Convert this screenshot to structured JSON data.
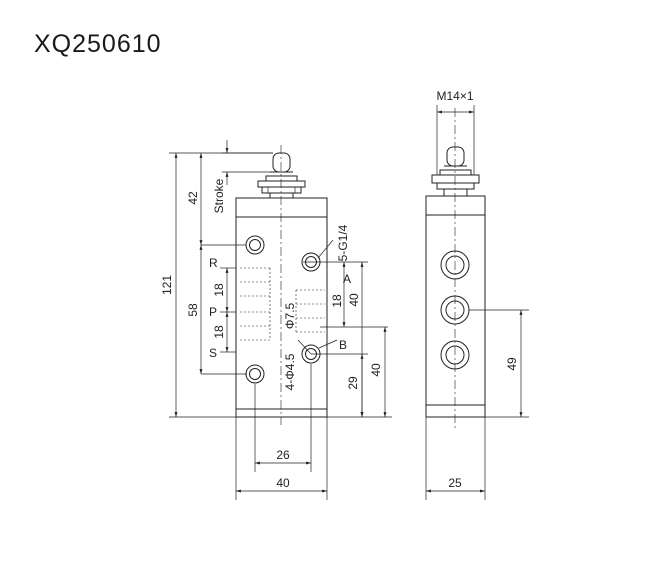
{
  "title": "XQ250610",
  "dimensions": {
    "overall_height": "121",
    "top_to_port": "42",
    "stroke": "Stroke",
    "body_span": "58",
    "r_to_p": "18",
    "p_to_s": "18",
    "port_a_label": "A",
    "a_to_b": "18",
    "port_thread": "5-G1/4",
    "pilot_hole": "Φ7.5",
    "a_height": "40",
    "mount_holes": "4-Φ4.5",
    "port_b_label": "B",
    "b_height": "29",
    "right_40": "40",
    "hole_spacing": "26",
    "body_width": "40",
    "side_thread": "M14×1",
    "side_height": "49",
    "side_width": "25",
    "port_r": "R",
    "port_p": "P",
    "port_s": "S"
  }
}
